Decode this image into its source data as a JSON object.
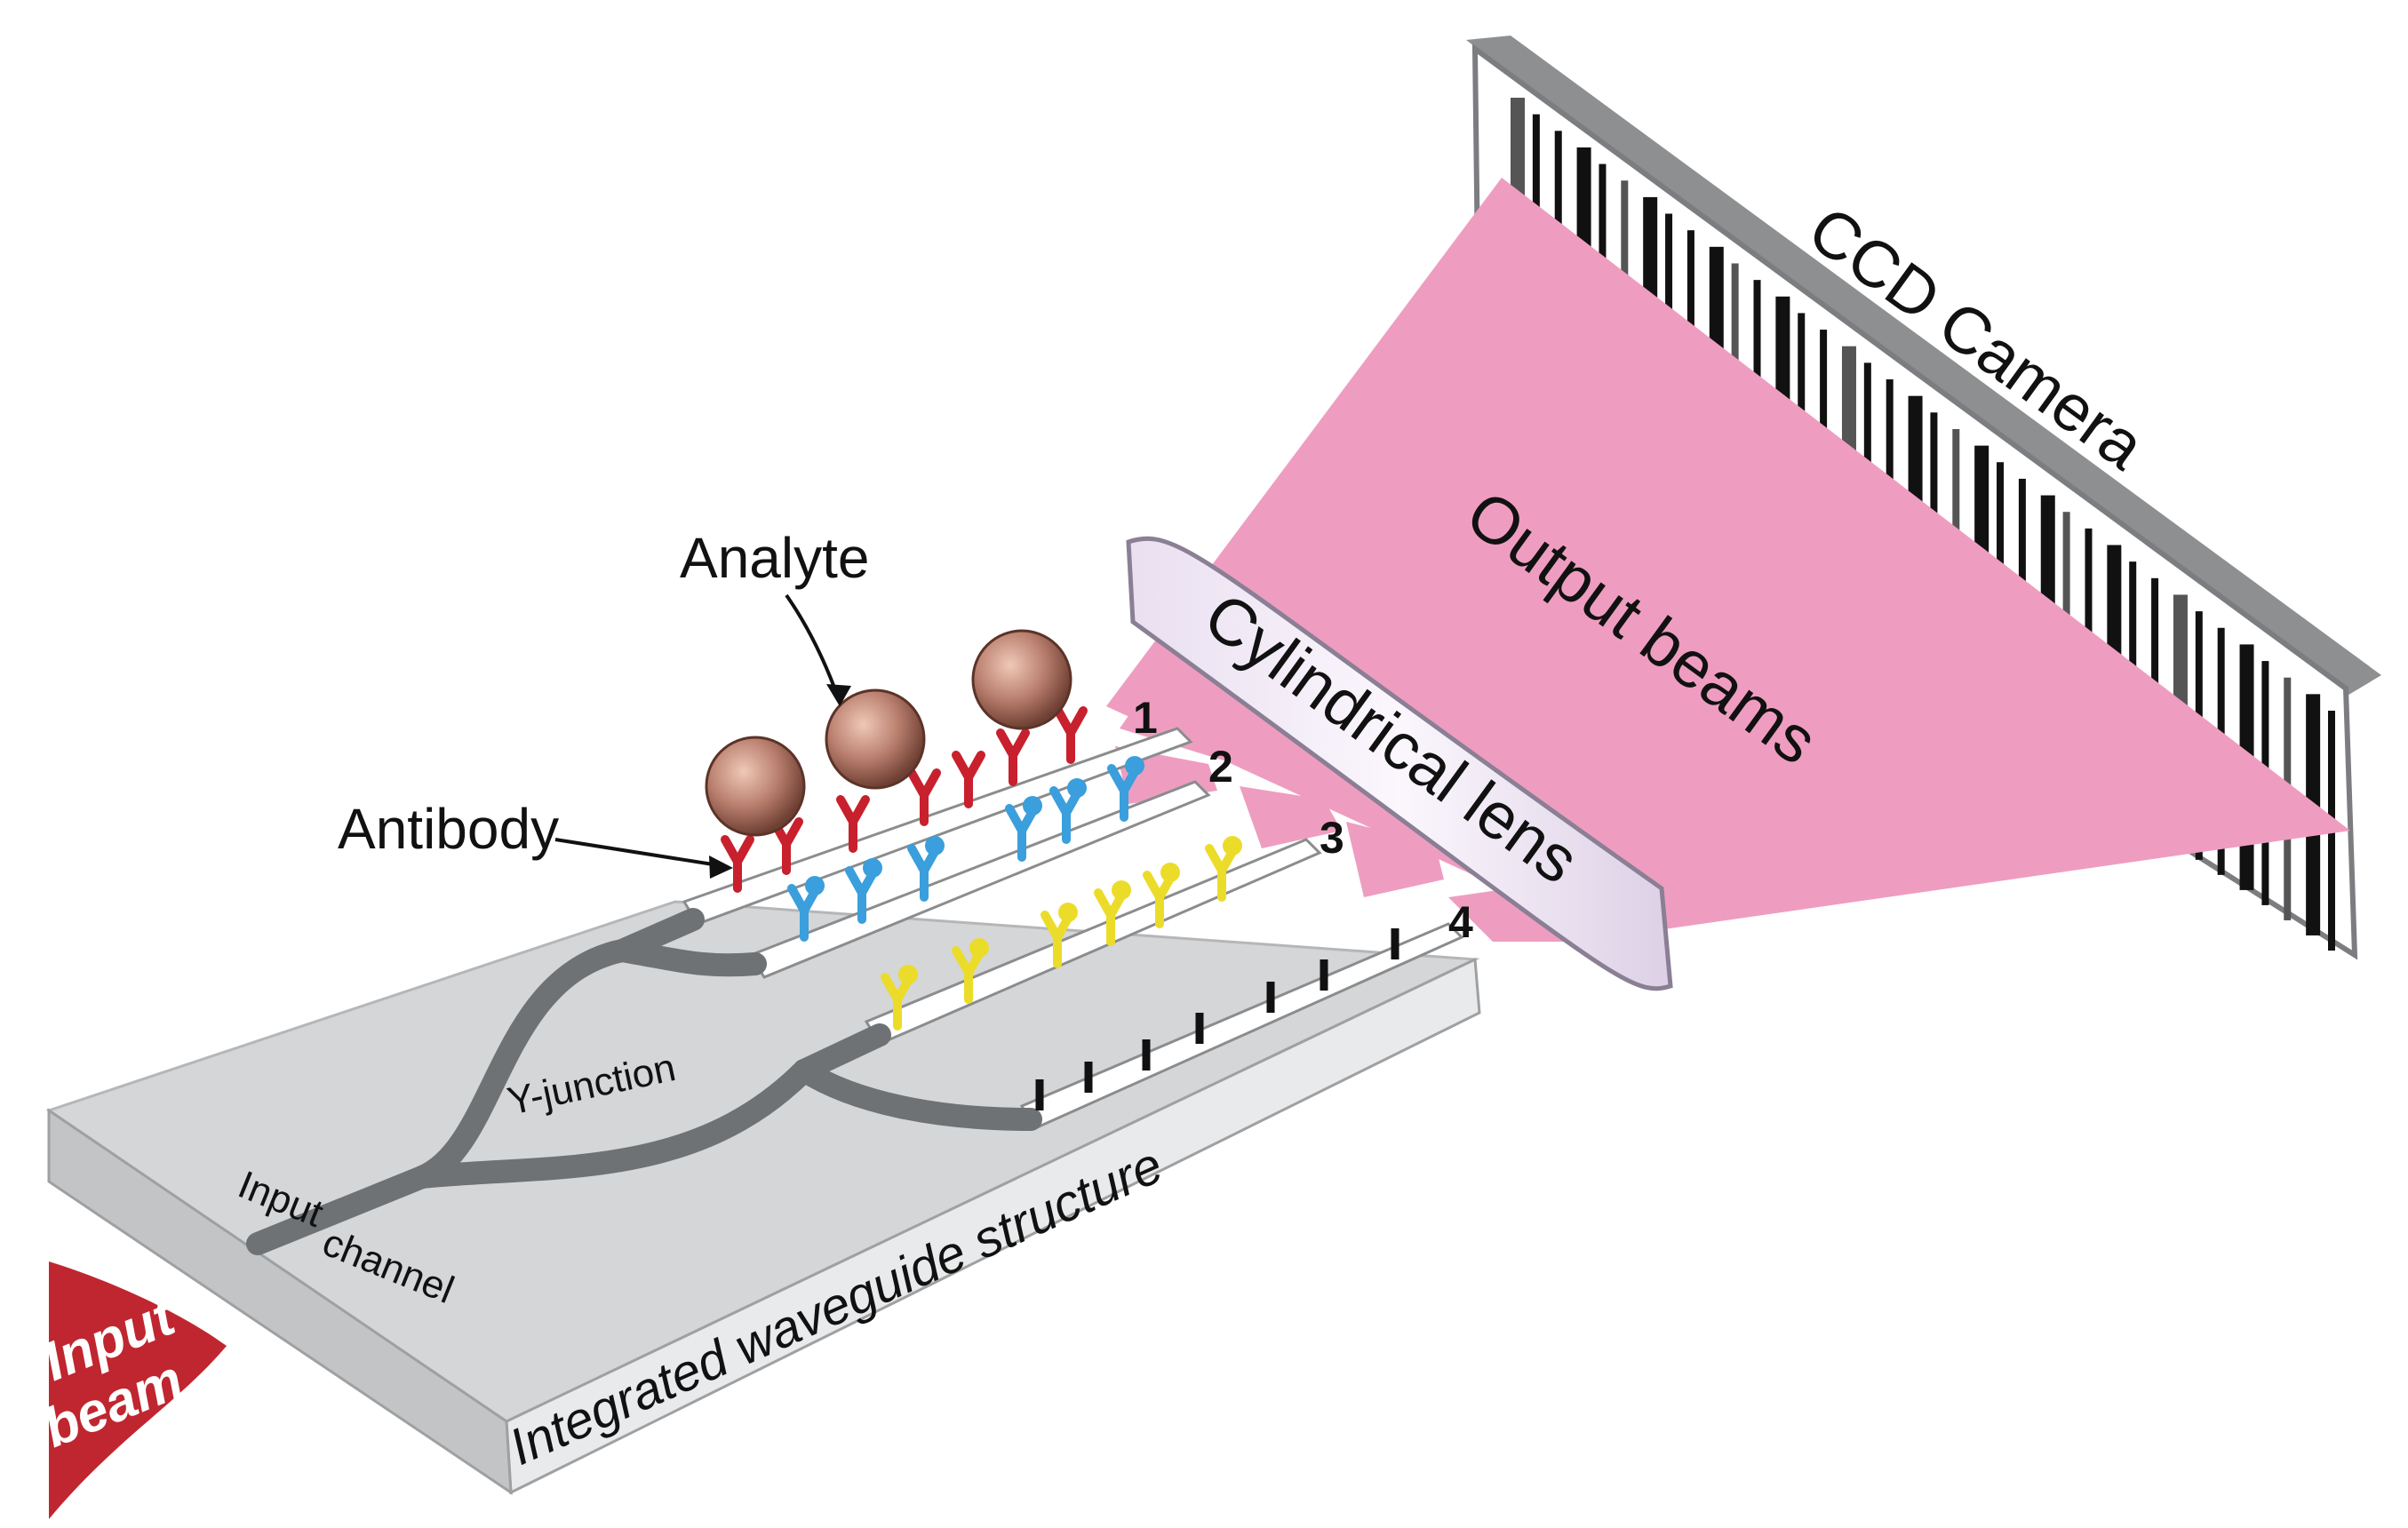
{
  "labels": {
    "camera": "CCD Camera",
    "output_beams": "Output beams",
    "lens": "Cylindrical lens",
    "analyte": "Analyte",
    "antibody": "Antibody",
    "y_junction": "Y-junction",
    "input": "Input",
    "channel": "channel",
    "structure": "Integrated waveguide structure",
    "input_beam_line1": "Input",
    "input_beam_line2": "beam"
  },
  "channels": [
    "1",
    "2",
    "3",
    "4"
  ],
  "colors": {
    "beam": "#ee9dc0",
    "input_beam": "#c0262f",
    "chip": "#d4d6d7",
    "waveguide": "#6f7274",
    "antibody_red": "#c8202d",
    "antibody_blue": "#3a9fdc",
    "antibody_yellow": "#ecdc2a",
    "analyte": "#b97f6e"
  }
}
